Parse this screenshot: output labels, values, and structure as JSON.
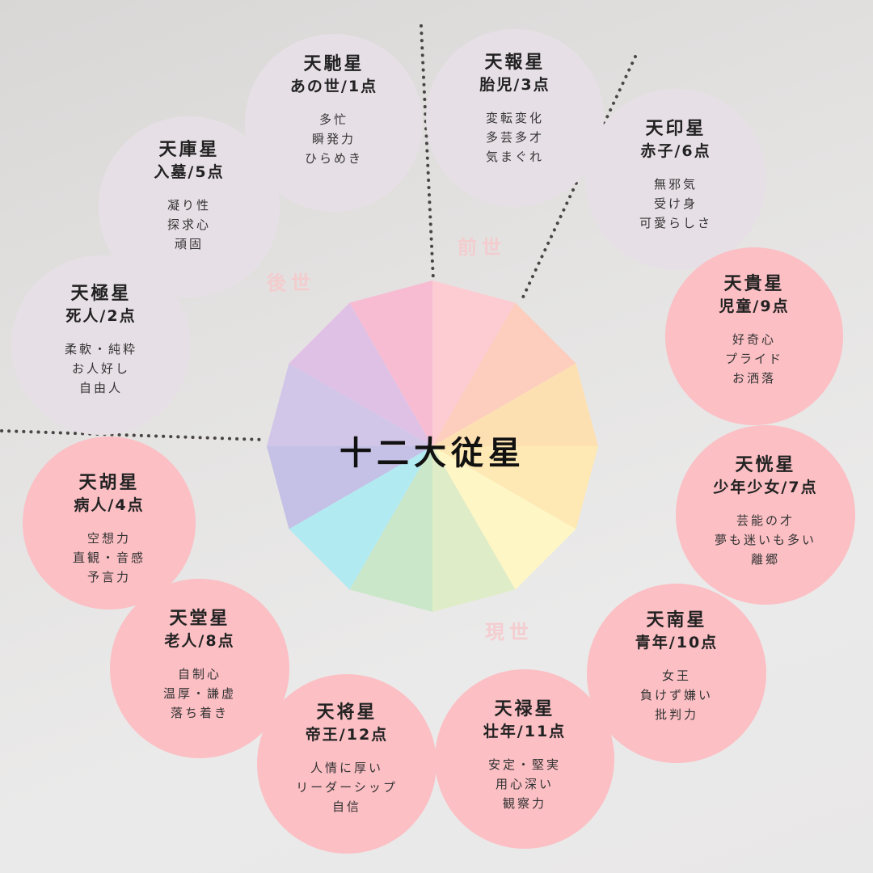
{
  "title": "十二大従星",
  "eras": {
    "past": "前世",
    "afterlife": "後世",
    "present": "現世"
  },
  "colors": {
    "past_circle": "#e7dfe6",
    "present_circle": "#fbbfc4",
    "era_text": "#f6c9cc",
    "divider": "#4a4444"
  },
  "wheel_segments": [
    "#fdccd2",
    "#fdcdbd",
    "#fde0b2",
    "#fee8b3",
    "#fef6c4",
    "#dfecc8",
    "#cbe7c9",
    "#b2eaf2",
    "#c4c0e6",
    "#d2c6e8",
    "#e0c1e6",
    "#f7bcd2"
  ],
  "stars": [
    {
      "name": "天馳星",
      "stage": "あの世/1点",
      "traits": [
        "多忙",
        "瞬発力",
        "ひらめき"
      ]
    },
    {
      "name": "天報星",
      "stage": "胎児/3点",
      "traits": [
        "変転変化",
        "多芸多才",
        "気まぐれ"
      ]
    },
    {
      "name": "天印星",
      "stage": "赤子/6点",
      "traits": [
        "無邪気",
        "受け身",
        "可愛らしさ"
      ]
    },
    {
      "name": "天庫星",
      "stage": "入墓/5点",
      "traits": [
        "凝り性",
        "探求心",
        "頑固"
      ]
    },
    {
      "name": "天極星",
      "stage": "死人/2点",
      "traits": [
        "柔軟・純粋",
        "お人好し",
        "自由人"
      ]
    },
    {
      "name": "天貴星",
      "stage": "児童/9点",
      "traits": [
        "好奇心",
        "プライド",
        "お洒落"
      ]
    },
    {
      "name": "天恍星",
      "stage": "少年少女/7点",
      "traits": [
        "芸能の才",
        "夢も迷いも多い",
        "離郷"
      ]
    },
    {
      "name": "天胡星",
      "stage": "病人/4点",
      "traits": [
        "空想力",
        "直観・音感",
        "予言力"
      ]
    },
    {
      "name": "天南星",
      "stage": "青年/10点",
      "traits": [
        "女王",
        "負けず嫌い",
        "批判力"
      ]
    },
    {
      "name": "天堂星",
      "stage": "老人/8点",
      "traits": [
        "自制心",
        "温厚・謙虚",
        "落ち着き"
      ]
    },
    {
      "name": "天将星",
      "stage": "帝王/12点",
      "traits": [
        "人情に厚い",
        "リーダーシップ",
        "自信"
      ]
    },
    {
      "name": "天禄星",
      "stage": "壮年/11点",
      "traits": [
        "安定・堅実",
        "用心深い",
        "観察力"
      ]
    }
  ]
}
